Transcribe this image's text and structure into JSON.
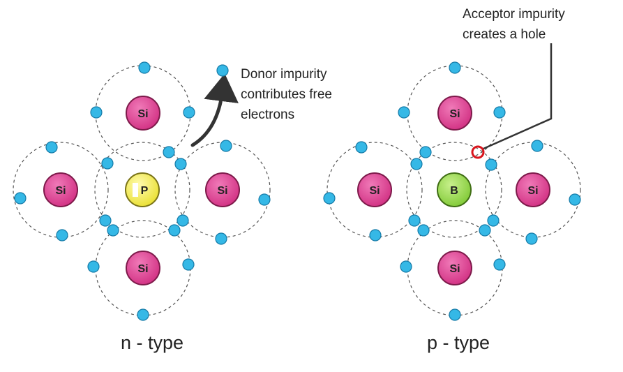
{
  "colors": {
    "silicon_fill": "#de3d8e",
    "silicon_stroke": "#7d1a4a",
    "phosphorus_fill": "#f4ee55",
    "boron_fill": "#9ad94a",
    "electron_fill": "#35b8e6",
    "hole_stroke": "#d9141c"
  },
  "n_type": {
    "caption": "n - type",
    "atoms": {
      "top": "Si",
      "left": "Si",
      "center": "P",
      "right": "Si",
      "bottom": "Si"
    },
    "annotation": [
      "Donor impurity",
      "contributes free",
      "electrons"
    ]
  },
  "p_type": {
    "caption": "p - type",
    "atoms": {
      "top": "Si",
      "left": "Si",
      "center": "B",
      "right": "Si",
      "bottom": "Si"
    },
    "annotation": [
      "Acceptor impurity",
      "creates a hole"
    ]
  }
}
